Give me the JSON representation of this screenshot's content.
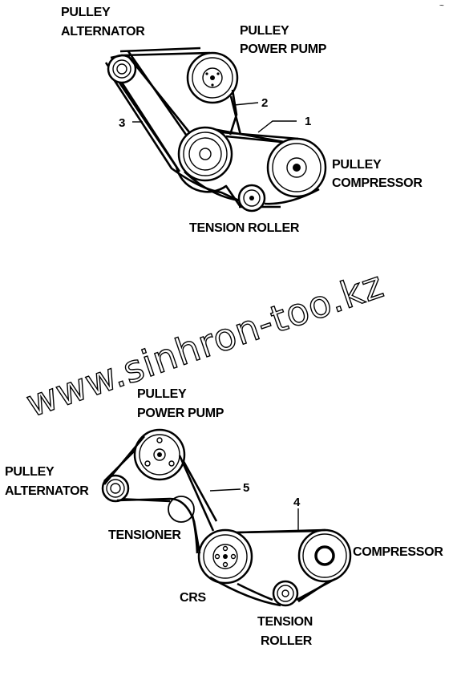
{
  "diagram_top": {
    "label_alternator_line1": "PULLEY",
    "label_alternator_line2": "ALTERNATOR",
    "label_power_pump_line1": "PULLEY",
    "label_power_pump_line2": "POWER PUMP",
    "label_compressor_line1": "PULLEY",
    "label_compressor_line2": "COMPRESSOR",
    "label_tension_roller": "TENSION ROLLER",
    "callout_1": "1",
    "callout_2": "2",
    "callout_3": "3"
  },
  "diagram_bottom": {
    "label_power_pump_line1": "PULLEY",
    "label_power_pump_line2": "POWER PUMP",
    "label_alternator_line1": "PULLEY",
    "label_alternator_line2": "ALTERNATOR",
    "label_tensioner": "TENSIONER",
    "label_compressor": "COMPRESSOR",
    "label_crs": "CRS",
    "label_tension_roller_line1": "TENSION",
    "label_tension_roller_line2": "ROLLER",
    "callout_4": "4",
    "callout_5": "5"
  },
  "watermark": {
    "text": "www.sinhron-too.kz"
  },
  "corner_mark": "~"
}
